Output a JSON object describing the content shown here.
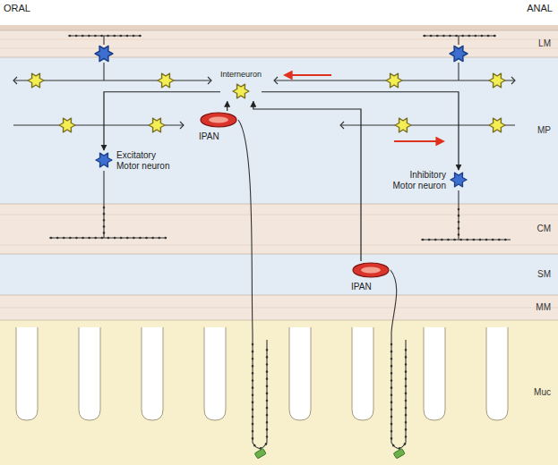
{
  "diagram": {
    "nodes": [
      {
        "text": [
          "LM"
        ]
      },
      {
        "text": [
          "MP"
        ]
      },
      {
        "text": [
          "CM"
        ]
      },
      {
        "text": [
          "SM"
        ]
      },
      {
        "text": [
          "MM"
        ]
      },
      {
        "text": [
          "Muc"
        ]
      },
      {
        "text": [
          "Interneuron"
        ]
      },
      {
        "text": [
          "IPAN"
        ]
      },
      {
        "text": [
          "Excitatory Motor neuron"
        ]
      },
      {
        "text": [
          "Inhibitory Motor neuron"
        ]
      },
      {
        "text": [
          "IPAN"
        ]
      }
    ],
    "edges": [
      {
        "from": 7,
        "to": 6,
        "arrow": "to"
      },
      {
        "from": 6,
        "to": 8,
        "arrow": "to"
      },
      {
        "from": 6,
        "to": 9,
        "arrow": "to"
      },
      {
        "from": 10,
        "to": 6,
        "arrow": "to"
      }
    ],
    "labels": [
      "ORAL",
      "ANAL"
    ]
  }
}
